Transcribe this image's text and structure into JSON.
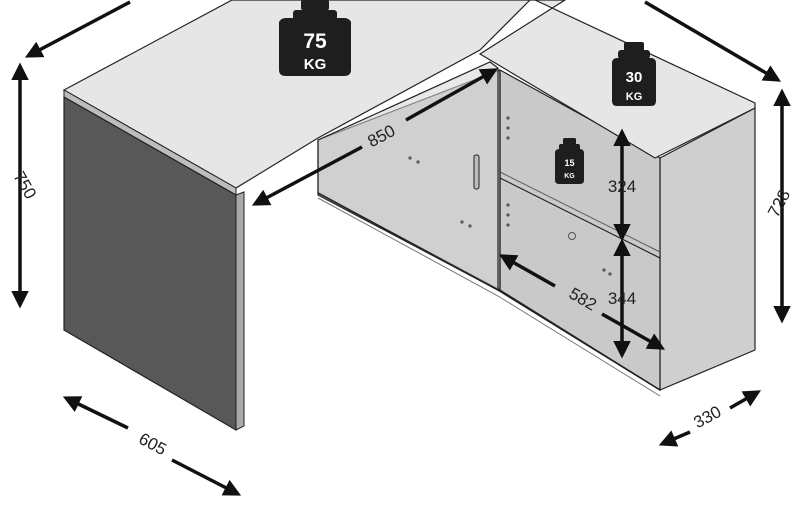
{
  "dimensions": {
    "depth_left": "605",
    "height_left": "750",
    "desk_length": "850",
    "shelf_upper": "324",
    "shelf_lower": "344",
    "cabinet_depth": "582",
    "cabinet_height": "728",
    "cabinet_width": "330"
  },
  "weights": {
    "desk": {
      "value": "75",
      "unit": "KG"
    },
    "cabinet": {
      "value": "30",
      "unit": "KG"
    },
    "shelf": {
      "value": "15",
      "unit": "KG"
    }
  },
  "colors": {
    "surface_top": "#e6e6e6",
    "side_panel": "#585858",
    "cabinet_side": "#cfcfcf",
    "cabinet_inner": "#c4c4c4",
    "weight_body": "#1e1e1e",
    "arrow": "#111111"
  }
}
